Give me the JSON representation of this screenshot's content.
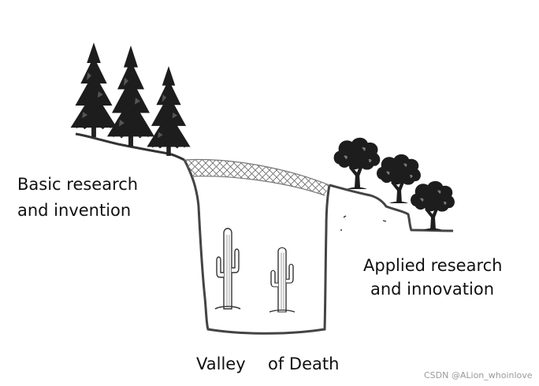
{
  "labels": {
    "basic_line1": "Basic research",
    "basic_line2": "and invention",
    "applied_line1": "Applied research",
    "applied_line2": "and innovation",
    "valley_word1": "Valley",
    "valley_word2": "of Death"
  },
  "watermark": "CSDN @ALion_whoinlove",
  "icons": [
    "pine-tree-icon",
    "leafy-tree-icon",
    "cactus-icon",
    "rope-bridge-icon"
  ]
}
